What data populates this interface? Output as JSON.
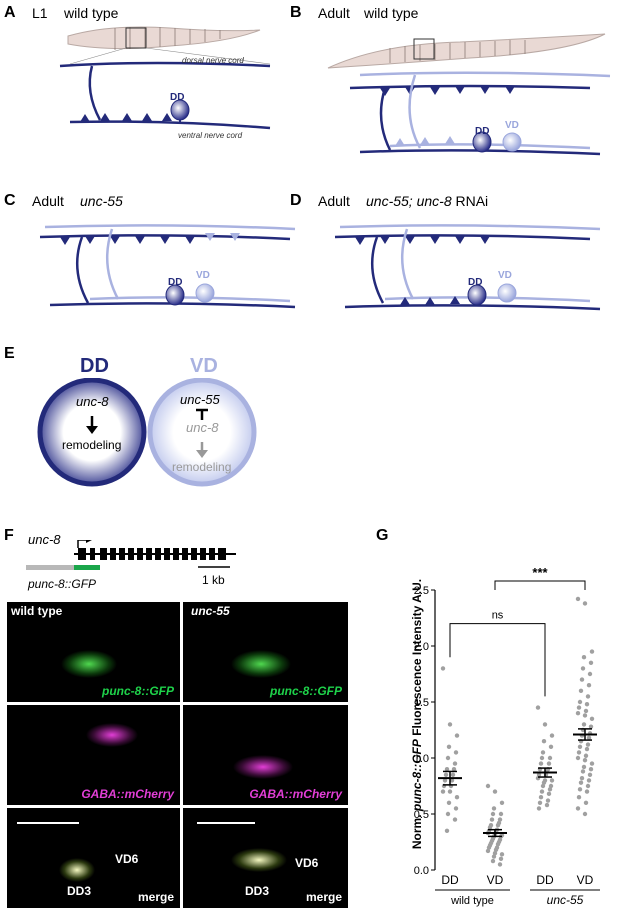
{
  "panelA": {
    "letter": "A",
    "stage": "L1",
    "genotype": "wild type",
    "dorsal": "dorsal nerve cord",
    "ventral": "ventral nerve cord",
    "dd": "DD"
  },
  "panelB": {
    "letter": "B",
    "stage": "Adult",
    "genotype": "wild type",
    "dd": "DD",
    "vd": "VD"
  },
  "panelC": {
    "letter": "C",
    "stage": "Adult",
    "genotype": "unc-55",
    "dd": "DD",
    "vd": "VD"
  },
  "panelD": {
    "letter": "D",
    "stage": "Adult",
    "genotype_italic": "unc-55; unc-8",
    "genotype_tail": "RNAi",
    "dd": "DD",
    "vd": "VD"
  },
  "panelE": {
    "letter": "E",
    "dd_title": "DD",
    "vd_title": "VD",
    "dd_gene": "unc-8",
    "dd_result": "remodeling",
    "vd_regulator": "unc-55",
    "vd_gene": "unc-8",
    "vd_result": "remodeling"
  },
  "panelF": {
    "letter": "F",
    "gene": "unc-8",
    "reporter": "punc-8::GFP",
    "scale": "1 kb",
    "col_labels": [
      "wild type",
      "unc-55"
    ],
    "row_labels": [
      "punc-8::GFP",
      "GABA::mCherry",
      "merge"
    ],
    "cell_labels": {
      "dd3": "DD3",
      "vd6": "VD6"
    }
  },
  "panelG": {
    "letter": "G",
    "sig_ns": "ns",
    "sig_star": "***",
    "xgroups": [
      "wild type",
      "unc-55"
    ]
  },
  "chart_data": {
    "type": "scatter",
    "ylabel_pre": "Norm. ",
    "ylabel_ital": "punc-8::GFP",
    "ylabel_post": " Fluorescence Intensity A.U.",
    "ylim": [
      0,
      2.5
    ],
    "yticks": [
      "0.0",
      "0.5",
      "1.0",
      "1.5",
      "2.0",
      "2.5"
    ],
    "categories": [
      "DD",
      "VD",
      "DD",
      "VD"
    ],
    "groups": [
      "wild type",
      "wild type",
      "unc-55",
      "unc-55"
    ],
    "means": [
      0.82,
      0.33,
      0.87,
      1.21
    ],
    "sem": [
      0.06,
      0.03,
      0.04,
      0.05
    ],
    "points": [
      [
        1.8,
        1.3,
        1.2,
        1.1,
        1.05,
        1.0,
        0.95,
        0.9,
        0.9,
        0.85,
        0.85,
        0.8,
        0.8,
        0.75,
        0.75,
        0.7,
        0.7,
        0.65,
        0.6,
        0.55,
        0.5,
        0.45,
        0.35
      ],
      [
        0.75,
        0.7,
        0.6,
        0.55,
        0.5,
        0.5,
        0.45,
        0.45,
        0.42,
        0.4,
        0.4,
        0.38,
        0.36,
        0.35,
        0.34,
        0.33,
        0.32,
        0.31,
        0.3,
        0.3,
        0.28,
        0.27,
        0.26,
        0.25,
        0.24,
        0.23,
        0.22,
        0.2,
        0.2,
        0.18,
        0.17,
        0.15,
        0.14,
        0.12,
        0.1,
        0.08,
        0.05
      ],
      [
        1.45,
        1.3,
        1.2,
        1.15,
        1.1,
        1.05,
        1.0,
        1.0,
        0.95,
        0.95,
        0.9,
        0.9,
        0.88,
        0.85,
        0.85,
        0.82,
        0.8,
        0.8,
        0.78,
        0.75,
        0.75,
        0.72,
        0.7,
        0.68,
        0.65,
        0.62,
        0.6,
        0.58,
        0.55
      ],
      [
        2.42,
        2.38,
        1.95,
        1.9,
        1.85,
        1.8,
        1.75,
        1.7,
        1.65,
        1.6,
        1.55,
        1.5,
        1.48,
        1.45,
        1.42,
        1.4,
        1.38,
        1.35,
        1.3,
        1.28,
        1.25,
        1.22,
        1.2,
        1.18,
        1.15,
        1.12,
        1.1,
        1.08,
        1.05,
        1.02,
        1.0,
        0.98,
        0.95,
        0.92,
        0.9,
        0.88,
        0.85,
        0.82,
        0.8,
        0.78,
        0.75,
        0.72,
        0.7,
        0.65,
        0.6,
        0.55,
        0.5
      ]
    ]
  }
}
